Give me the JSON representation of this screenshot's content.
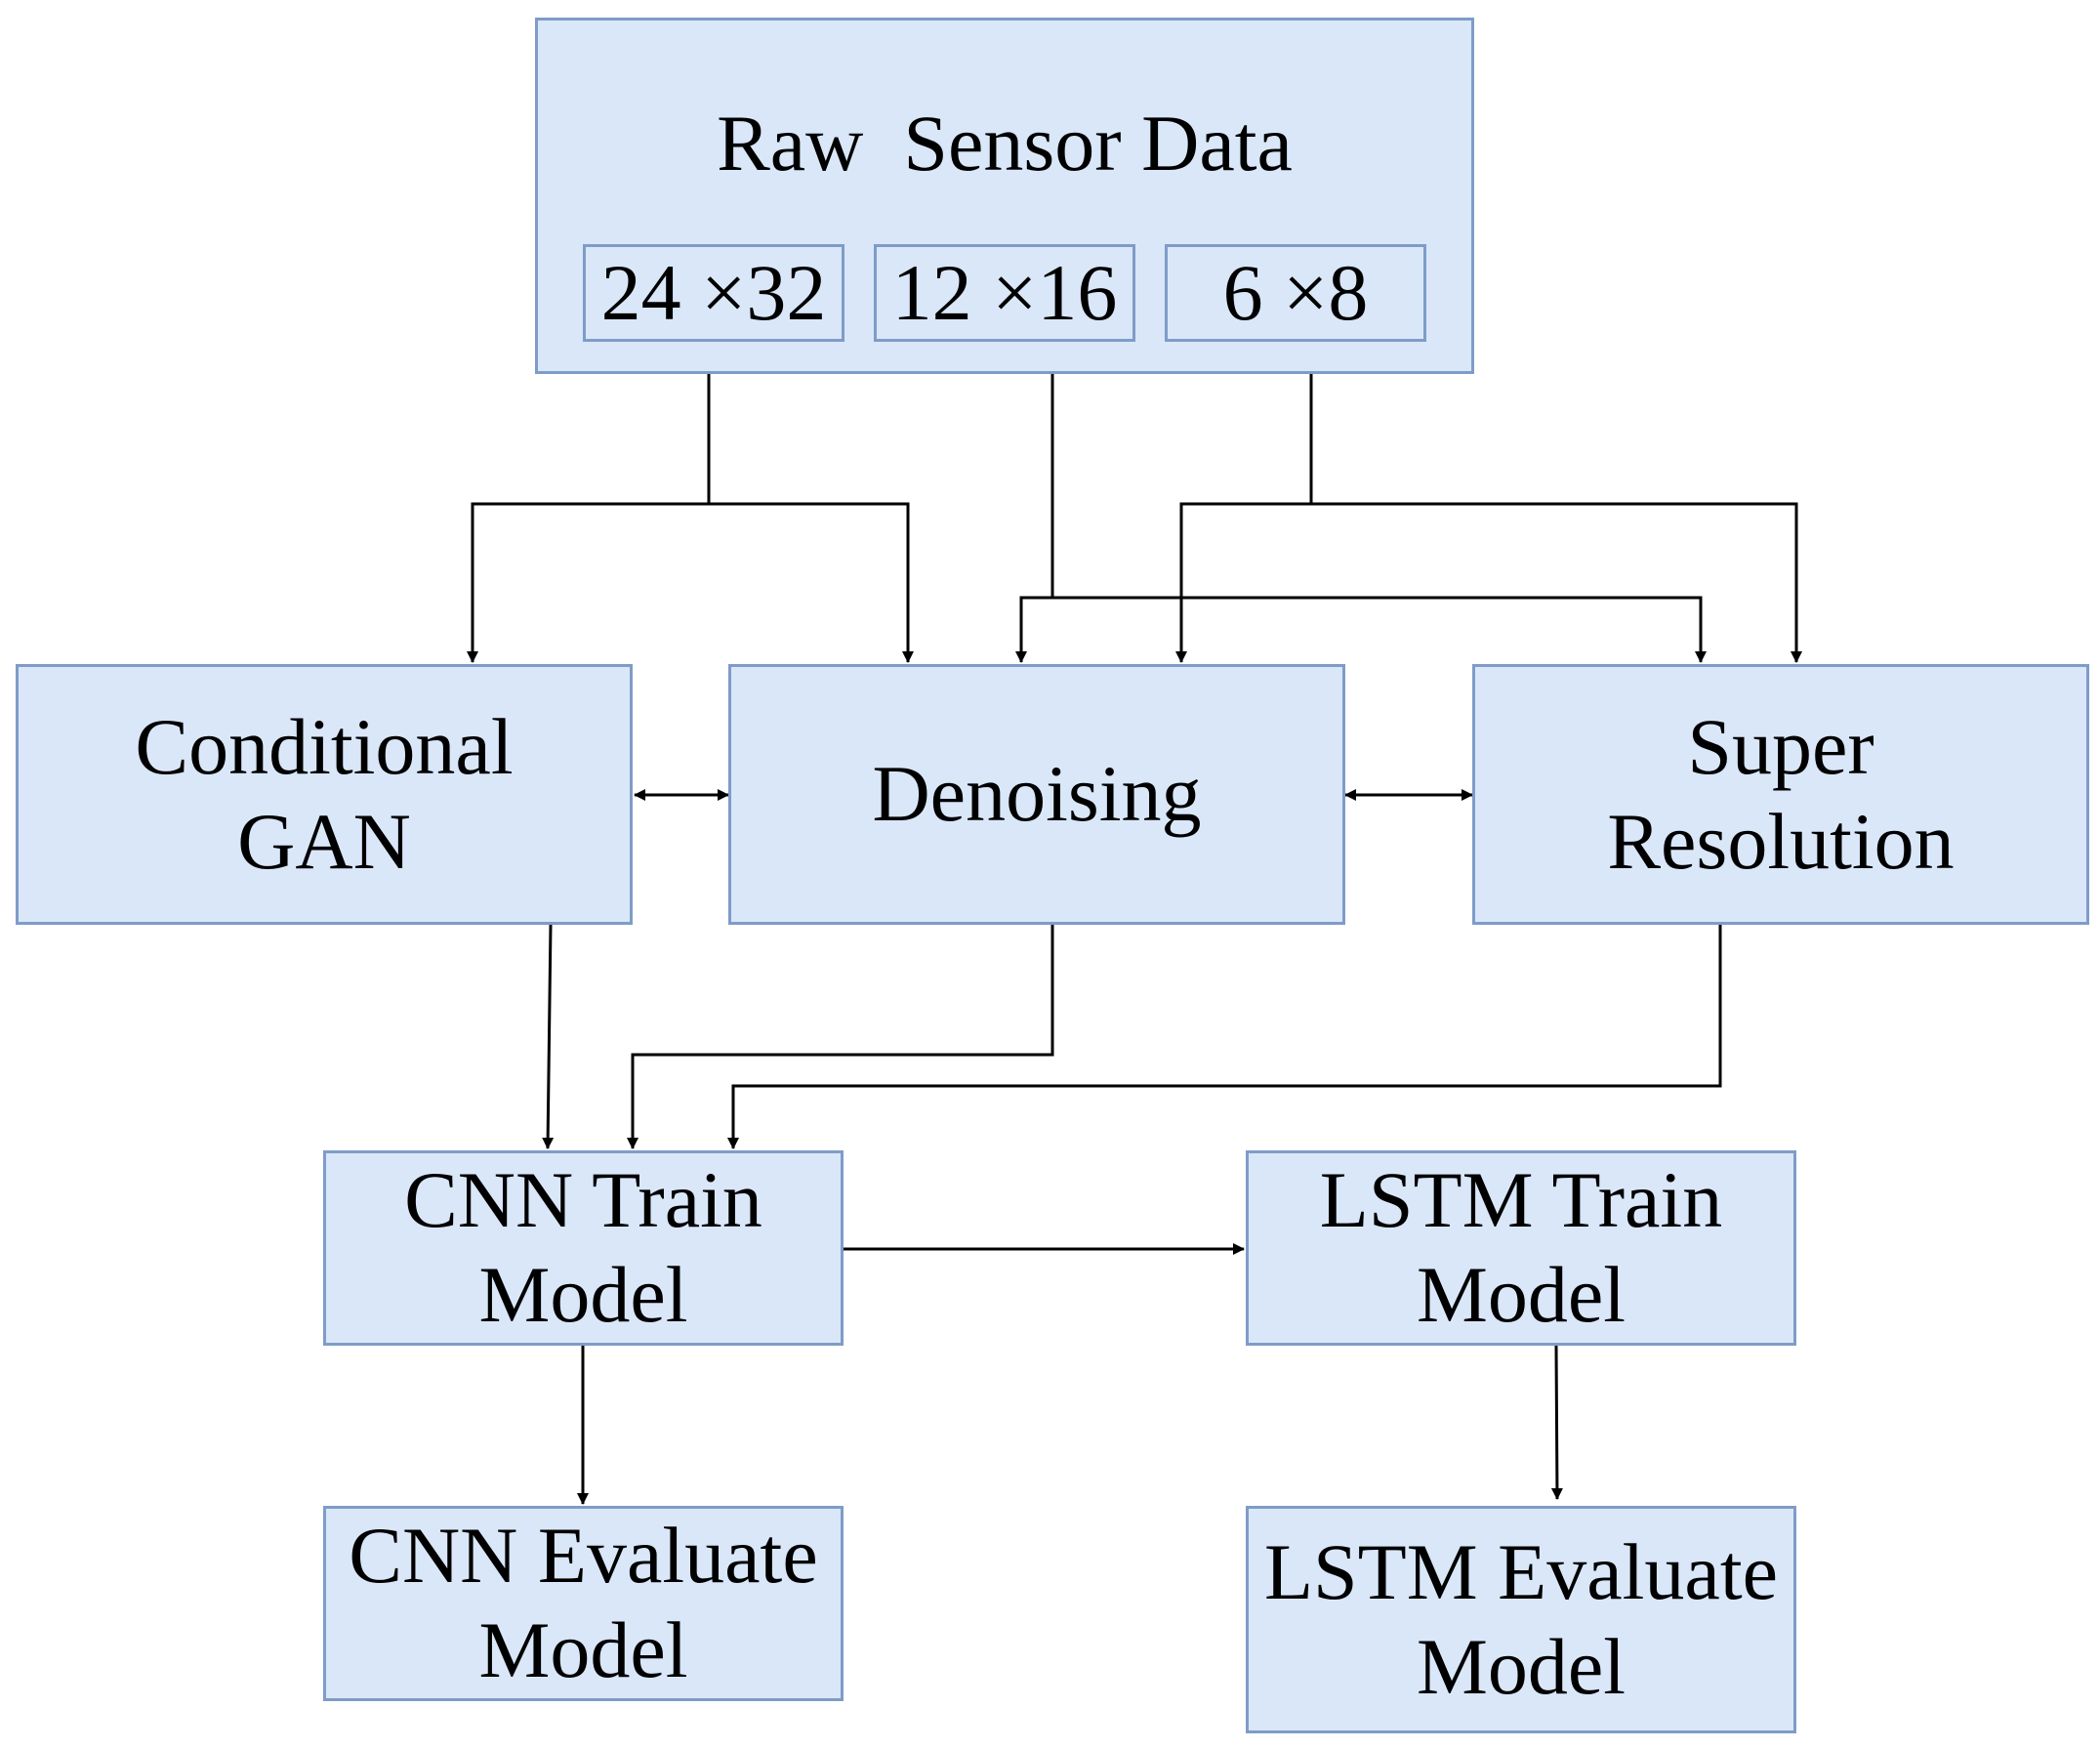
{
  "colors": {
    "box_fill": "#d9e7f9",
    "box_border": "#7f9cc8",
    "text": "#000000",
    "connector": "#000000"
  },
  "raw_sensor_data": {
    "title": "Raw  Sensor Data",
    "resolutions": [
      "24 ×32",
      "12 ×16",
      "6 ×8"
    ]
  },
  "processing": {
    "conditional_gan": [
      "Conditional",
      "GAN"
    ],
    "denoising": [
      "Denoising"
    ],
    "super_resolution": [
      "Super",
      "Resolution"
    ]
  },
  "training": {
    "cnn_train": [
      "CNN Train",
      "Model"
    ],
    "lstm_train": [
      "LSTM Train",
      "Model"
    ]
  },
  "evaluation": {
    "cnn_evaluate": [
      "CNN Evaluate",
      "Model"
    ],
    "lstm_evaluate": [
      "LSTM Evaluate",
      "Model"
    ]
  }
}
